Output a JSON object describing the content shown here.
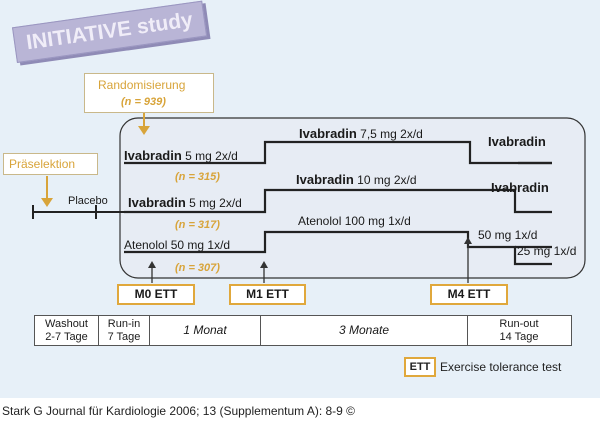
{
  "title": "INITIATIVE study",
  "randomisation": {
    "label": "Randomisierung",
    "n": "(n = 939)"
  },
  "preselection": {
    "label": "Präselektion"
  },
  "placebo": "Placebo",
  "arms": [
    {
      "drug": "Ivabradin",
      "dose": "5 mg 2x/d",
      "n": "(n = 315)",
      "step_drug": "Ivabradin",
      "step_dose": "7,5 mg 2x/d",
      "end_drug": "Ivabradin"
    },
    {
      "drug": "Ivabradin",
      "dose": "5 mg 2x/d",
      "n": "(n = 317)",
      "step_drug": "Ivabradin",
      "step_dose": "10 mg 2x/d",
      "end_drug": "Ivabradin"
    },
    {
      "drug": "Atenolol",
      "dose": "50 mg 1x/d",
      "n": "(n = 307)",
      "step_drug": "Atenolol",
      "step_dose": "100 mg 1x/d",
      "end_dose_1": "50 mg 1x/d",
      "end_dose_2": "25 mg 1x/d"
    }
  ],
  "ett_markers": [
    "M0 ETT",
    "M1 ETT",
    "M4 ETT"
  ],
  "timeline": [
    {
      "line1": "Washout",
      "line2": "2-7 Tage"
    },
    {
      "line1": "Run-in",
      "line2": "7 Tage"
    },
    {
      "line1": "1 Monat",
      "line2": ""
    },
    {
      "line1": "3 Monate",
      "line2": ""
    },
    {
      "line1": "Run-out",
      "line2": "14 Tage"
    }
  ],
  "legend": {
    "abbr": "ETT",
    "text": "Exercise tolerance test"
  },
  "citation": "Stark G Journal für Kardiologie 2006; 13 (Supplementum A): 8-9 ©",
  "colors": {
    "accent": "#d8a43a",
    "background": "#e7f0f8",
    "banner": "#b9b5d6"
  }
}
